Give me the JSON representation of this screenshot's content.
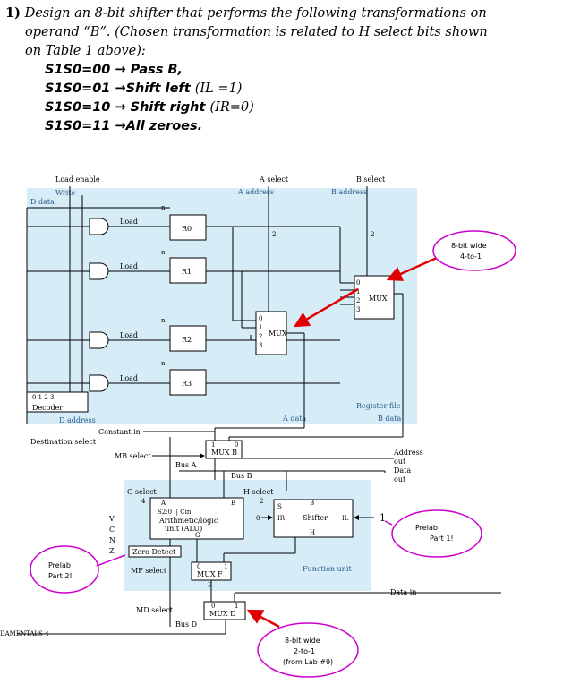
{
  "question": {
    "number": "1)",
    "line1": "Design an 8-bit shifter that performs the following transformations on",
    "line2": "operand “B”. (Chosen transformation is related to H select bits shown",
    "line3": "on Table 1 above):",
    "ops": [
      {
        "code": "S1S0=00 → Pass B,",
        "note": ""
      },
      {
        "code": "S1S0=01 →Shift  left",
        "note": "(IL =1)"
      },
      {
        "code": "S1S0=10 → Shift right",
        "note": "(IR=0)"
      },
      {
        "code": "S1S0=11 →All zeroes.",
        "note": ""
      }
    ]
  },
  "diagram": {
    "load_enable": "Load enable",
    "write": "Write",
    "d_data": "D data",
    "a_select": "A select",
    "a_address": "A address",
    "b_select": "B select",
    "b_address": "B address",
    "load": "Load",
    "n": "n",
    "two": "2",
    "four": "4",
    "registers": [
      "R0",
      "R1",
      "R2",
      "R3"
    ],
    "mux": "MUX",
    "decoder": "Decoder",
    "decoder_bits": "0  1  2  3",
    "d_address": "D address",
    "destination_select": "Destination select",
    "a_data": "A data",
    "b_data": "B data",
    "register_file": "Register file",
    "constant_in": "Constant in",
    "mb_select": "MB select",
    "mux_b": "MUX B",
    "one": "1",
    "zero": "0",
    "bus_a": "Bus A",
    "bus_b": "Bus B",
    "address_out": "Address",
    "out": "out",
    "data_out": "Data",
    "g_select": "G select",
    "h_select": "H select",
    "alu_label_a": "A",
    "alu_label_b": "B",
    "alu_s": "S2:0 || Cin",
    "alu_name1": "Arithmetic/logic",
    "alu_name2": "unit (ALU)",
    "g": "G",
    "f": "F",
    "h": "H",
    "s": "S",
    "ir": "IR",
    "il": "IL",
    "shifter": "Shifter",
    "function_unit": "Function unit",
    "flags": [
      "V",
      "C",
      "N",
      "Z"
    ],
    "zero_detect": "Zero Detect",
    "mf_select": "MF select",
    "mux_f": "MUX F",
    "md_select": "MD select",
    "mux_d": "MUX D",
    "bus_d": "Bus D",
    "data_in": "Data in",
    "left_cut_text": "DAMENTALS 4",
    "mux_inputs4": [
      "0",
      "1",
      "2",
      "3"
    ]
  },
  "annotations": {
    "mux_note_line1": "8-bit wide",
    "mux_note_line2": "4-to-1",
    "prelab1_line1": "Prelab",
    "prelab1_line2": "Part 1!",
    "prelab2_line1": "Prelab",
    "prelab2_line2": "Part 2!",
    "muxd_note_line1": "8-bit wide",
    "muxd_note_line2": "2-to-1",
    "muxd_note_line3": "(from Lab #9)",
    "il_value": "1",
    "colors": {
      "panel": "#d6ecf7",
      "arrow": "#e00000",
      "cloud": "#cc00cc",
      "label": "#2a5a8a"
    }
  }
}
